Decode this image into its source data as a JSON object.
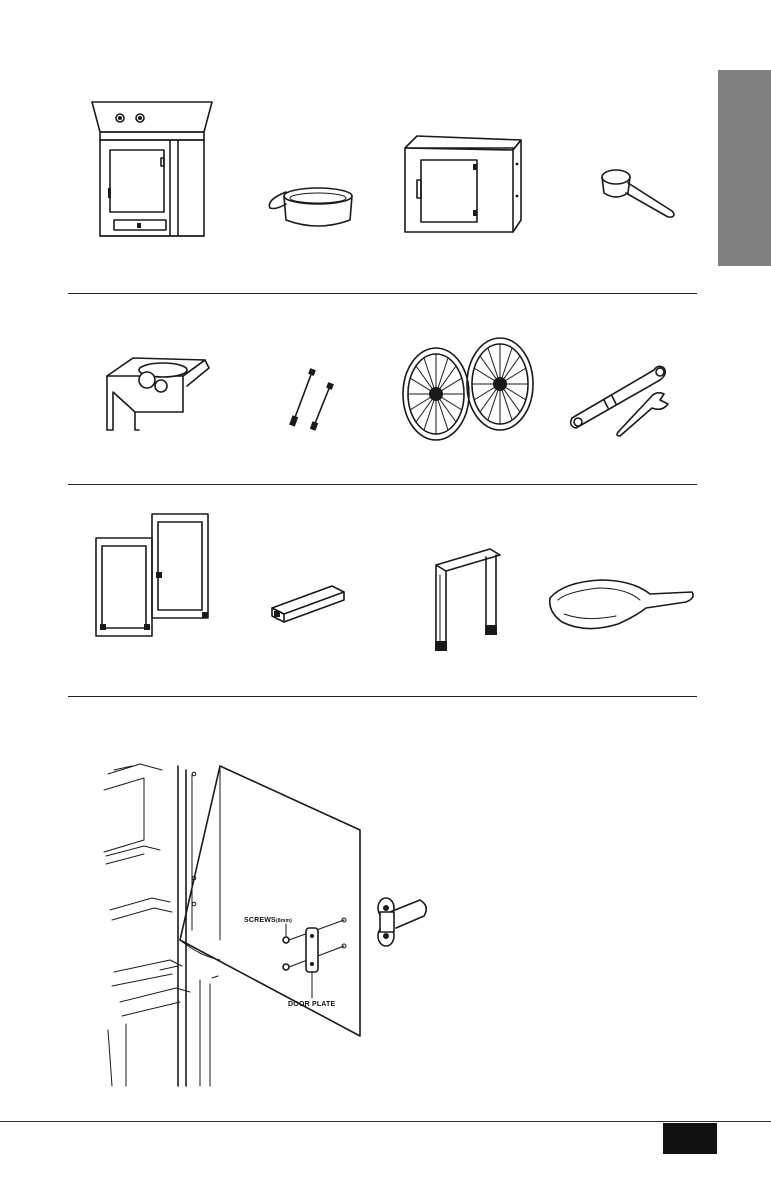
{
  "parts": [
    {
      "name": "smoker-cabinet",
      "icon": "smoker-cabinet-icon"
    },
    {
      "name": "ash-pan",
      "icon": "ash-pan-icon"
    },
    {
      "name": "upper-cabinet",
      "icon": "upper-cabinet-icon"
    },
    {
      "name": "ash-tool",
      "icon": "ash-tool-icon"
    },
    {
      "name": "side-shelf-bracket",
      "icon": "bracket-icon"
    },
    {
      "name": "axle-bolts",
      "icon": "bolts-icon"
    },
    {
      "name": "wheels",
      "icon": "wheels-icon"
    },
    {
      "name": "wrenches",
      "icon": "wrench-icon"
    },
    {
      "name": "leg-frames",
      "icon": "leg-frame-icon"
    },
    {
      "name": "square-tube",
      "icon": "tube-icon"
    },
    {
      "name": "u-leg-frame",
      "icon": "u-leg-icon"
    },
    {
      "name": "scoop",
      "icon": "scoop-icon"
    }
  ],
  "diagram": {
    "screws_label": "SCREWS",
    "screws_size": "(8mm)",
    "door_plate_label": "DOOR PLATE"
  },
  "colors": {
    "tab": "#808080",
    "page_box": "#111111"
  }
}
